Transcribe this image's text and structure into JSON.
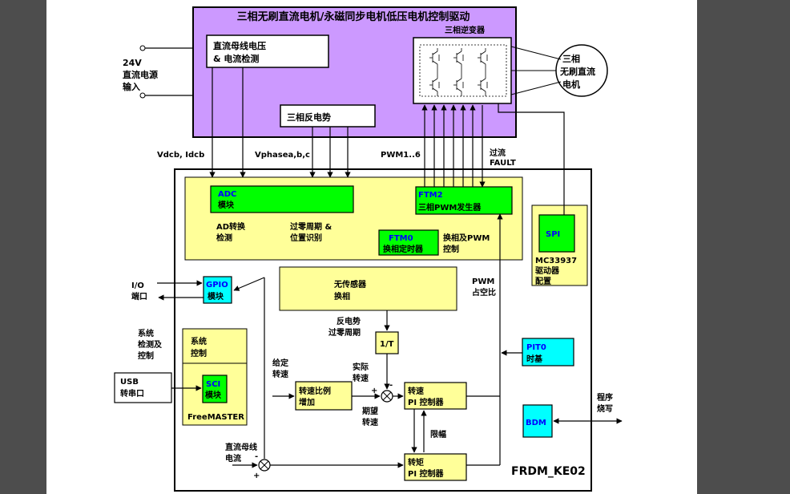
{
  "colors": {
    "page_bg": "#ffffff",
    "outer_bg": "#4d4d4d",
    "purple": "#cc99ff",
    "yellow": "#ffff99",
    "green": "#00ff00",
    "cyan": "#00ffff",
    "blue_text": "#0000ff",
    "line": "#000000"
  },
  "top_block": {
    "title": "三相无刷直流电机/永磁同步电机低压电机控制驱动",
    "dc_bus_box": [
      "直流母线电压",
      "& 电流检测"
    ],
    "inverter_label": "三相逆变器",
    "back_emf_box": "三相反电势"
  },
  "power_input": [
    "24V",
    "直流电源",
    "输入"
  ],
  "motor": [
    "三相",
    "无刷直流",
    "电机"
  ],
  "signals": {
    "vdcb": "Vdcb, Idcb",
    "vphase": "Vphasea,b,c",
    "pwm": "PWM1..6",
    "fault": [
      "过流",
      "FAULT"
    ]
  },
  "board": {
    "name": "FRDM_KE02",
    "adc_block": [
      "ADC",
      "模块"
    ],
    "ad_label": [
      "AD转换",
      "检测"
    ],
    "zero_cross_label": [
      "过零周期 &",
      "位置识别"
    ],
    "ftm2_block": [
      "FTM2",
      "三相PWM发生器"
    ],
    "ftm0_block": [
      "FTM0",
      "换相定时器"
    ],
    "commutation_pwm_label": [
      "换相及PWM",
      "控制"
    ],
    "spi_block": "SPI",
    "mc33937_label": [
      "MC33937",
      "驱动器",
      "配置"
    ],
    "sensorless_block": [
      "无传感器",
      "换相"
    ],
    "pwm_duty_label": [
      "PWM",
      "占空比"
    ],
    "gpio_block": [
      "GPIO",
      "模块"
    ],
    "io_label": [
      "I/O",
      "端口"
    ],
    "sys_detect_label": [
      "系统",
      "检测及",
      "控制"
    ],
    "sys_control_block": [
      "系统",
      "控制"
    ],
    "sci_block": [
      "SCI",
      "模块"
    ],
    "freemaster_label": "FreeMASTER",
    "usb_box": [
      "USB",
      "转串口"
    ],
    "back_emf_period_label": [
      "反电势",
      "过零周期"
    ],
    "inv_t_block": "1/T",
    "set_speed_label": [
      "给定",
      "转速"
    ],
    "actual_speed_label": [
      "实际",
      "转速"
    ],
    "ramp_block": [
      "转速比例",
      "增加"
    ],
    "speed_pi_block": [
      "转速",
      "PI 控制器"
    ],
    "desired_speed_label": [
      "期望",
      "转速"
    ],
    "limit_label": "限幅",
    "pit0_block": [
      "PIT0",
      "时基"
    ],
    "bdm_block": "BDM",
    "program_label": [
      "程序",
      "烧写"
    ],
    "dc_current_label": [
      "直流母线",
      "电流"
    ],
    "torque_pi_block": [
      "转矩",
      "PI 控制器"
    ],
    "plus_sign": "+",
    "minus_sign": "-"
  }
}
